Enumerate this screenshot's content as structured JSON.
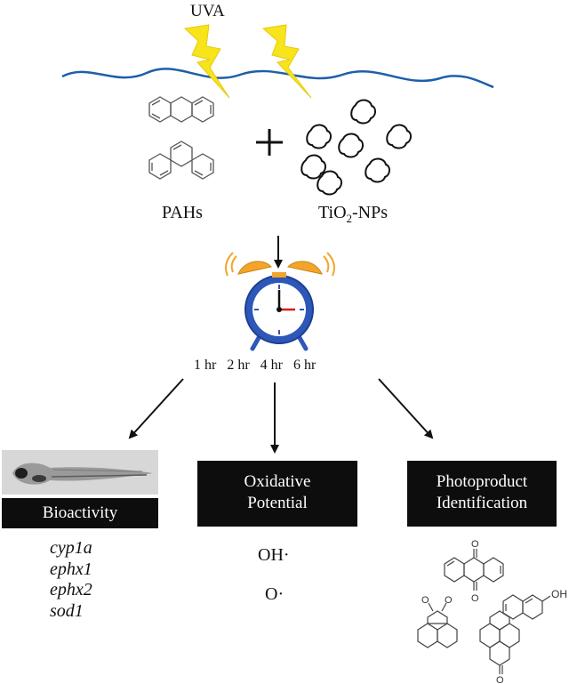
{
  "top_label": "UVA",
  "reactants": {
    "left": "PAHs",
    "right_prefix": "TiO",
    "right_sub": "2",
    "right_suffix": "-NPs"
  },
  "timepoints": [
    "1 hr",
    "2 hr",
    "4 hr",
    "6 hr"
  ],
  "outcomes": {
    "bioactivity": {
      "title": "Bioactivity",
      "genes": [
        "cyp1a",
        "ephx1",
        "ephx2",
        "sod1"
      ]
    },
    "oxidative": {
      "title_line1": "Oxidative",
      "title_line2": "Potential",
      "species": [
        "OH·",
        "O·"
      ]
    },
    "photoproduct": {
      "title_line1": "Photoproduct",
      "title_line2": "Identification",
      "hydroxyl_label": "OH"
    }
  },
  "colors": {
    "water": "#1f5ea8",
    "lightning": "#f7e41a",
    "clock_blue": "#2d57b8",
    "clock_bell": "#f2a52a",
    "clock_hand_red": "#d21e1e",
    "box": "#0d0d0d"
  }
}
